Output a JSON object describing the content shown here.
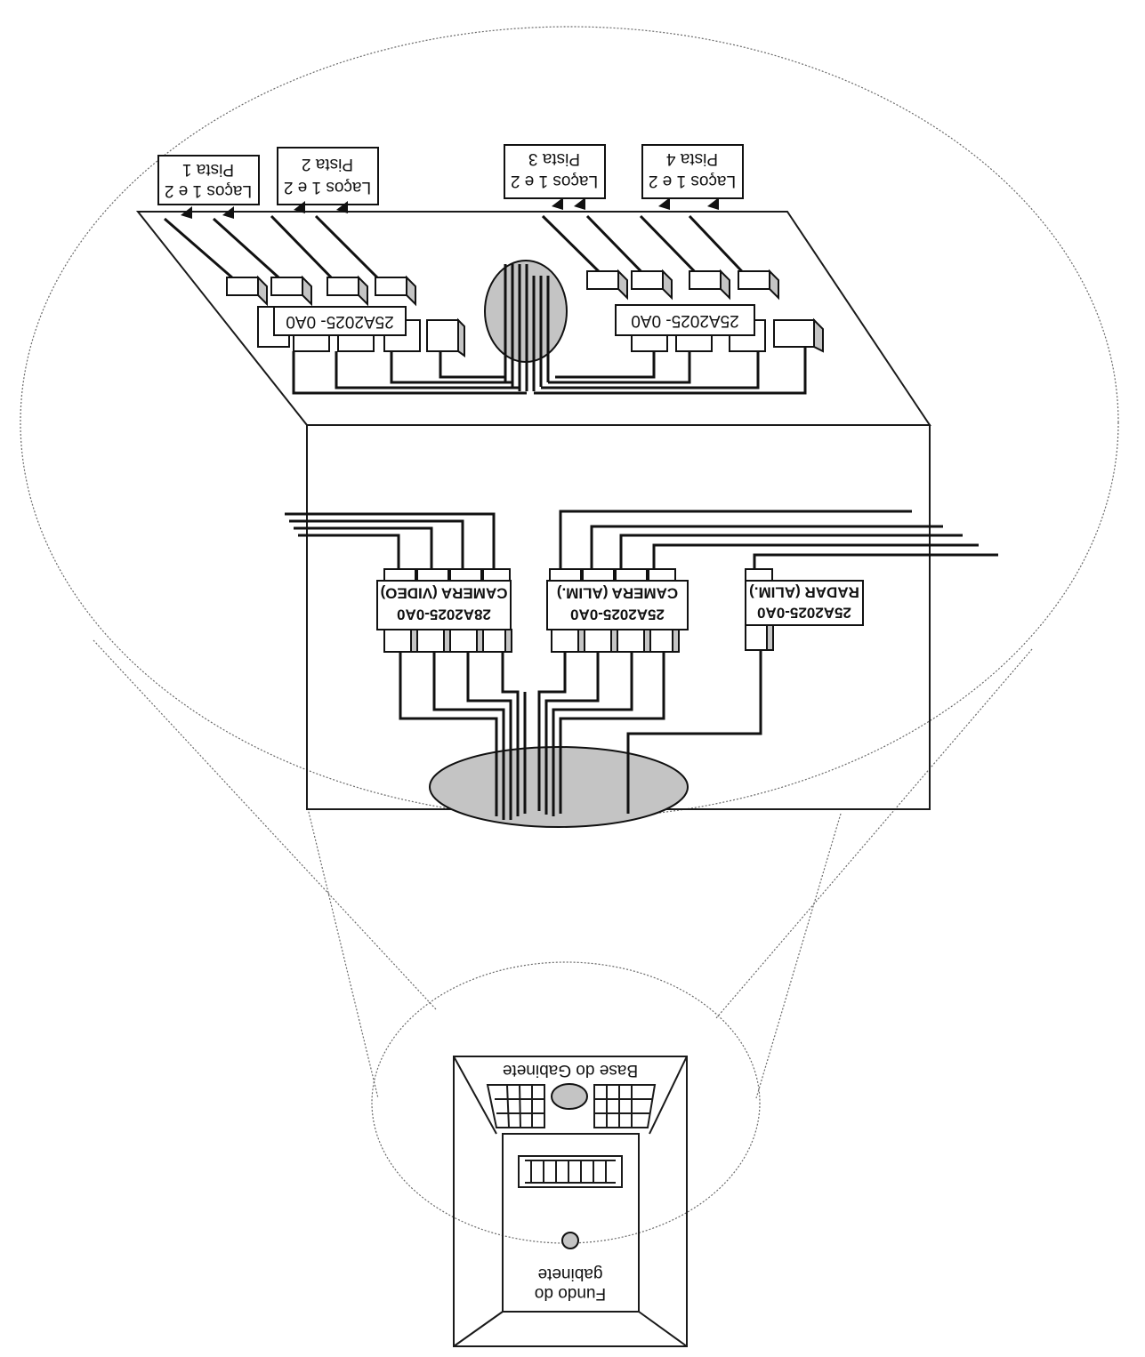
{
  "cabinet_base_label": "Base do Gabinete",
  "cabinet_bottom_label_line1": "Fundo do",
  "cabinet_bottom_label_line2": "gabinete",
  "lanes": [
    {
      "lane": "Pista 1",
      "loops": "Laços 1 e 2"
    },
    {
      "lane": "Pista 2",
      "loops": "Laços 1 e 2"
    },
    {
      "lane": "Pista 3",
      "loops": "Laços 1 e 2"
    },
    {
      "lane": "Pista 4",
      "loops": "Laços 1 e 2"
    }
  ],
  "loop_module_label": "25A2025- 0A0",
  "lower_modules": [
    {
      "name": "CAMERA (VIDEO)",
      "part": "28A2025-0A0"
    },
    {
      "name": "CAMERA (ALIM.)",
      "part": "25A2025-0A0"
    },
    {
      "name": "RADAR (ALIM.)",
      "part": "25A2025-0A0"
    }
  ],
  "colors": {
    "shade": "#c4c4c4",
    "line": "#111111"
  }
}
